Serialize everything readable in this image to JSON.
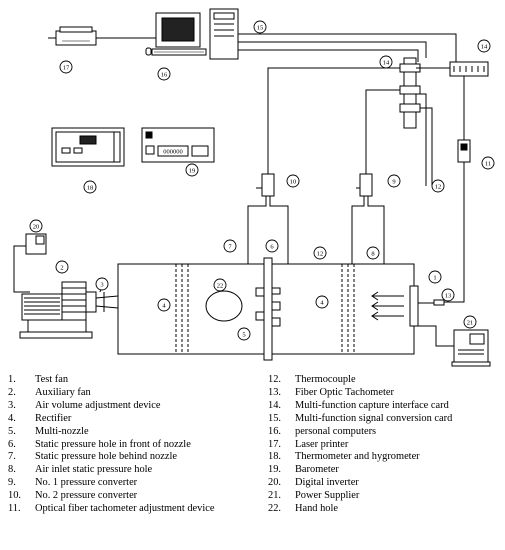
{
  "callouts": [
    "1",
    "2",
    "3",
    "4",
    "4",
    "5",
    "6",
    "7",
    "8",
    "9",
    "10",
    "11",
    "12",
    "12",
    "13",
    "14",
    "14",
    "15",
    "16",
    "17",
    "18",
    "19",
    "20",
    "21",
    "22"
  ],
  "legend": [
    {
      "num": "1.",
      "text": "Test fan"
    },
    {
      "num": "2.",
      "text": "Auxiliary fan"
    },
    {
      "num": "3.",
      "text": "Air volume adjustment device"
    },
    {
      "num": "4.",
      "text": "Rectifier"
    },
    {
      "num": "5.",
      "text": "Multi-nozzle"
    },
    {
      "num": "6.",
      "text": "Static pressure hole in front of nozzle"
    },
    {
      "num": "7.",
      "text": "Static pressure hole behind nozzle"
    },
    {
      "num": "8.",
      "text": "Air inlet static pressure hole"
    },
    {
      "num": "9.",
      "text": "No. 1 pressure converter"
    },
    {
      "num": "10.",
      "text": "No. 2 pressure converter"
    },
    {
      "num": "11.",
      "text": "Optical fiber tachometer adjustment device"
    },
    {
      "num": "12.",
      "text": "Thermocouple"
    },
    {
      "num": "13.",
      "text": "Fiber Optic Tachometer"
    },
    {
      "num": "14.",
      "text": "Multi-function capture interface card"
    },
    {
      "num": "15.",
      "text": "Multi-function signal conversion card"
    },
    {
      "num": "16.",
      "text": "personal computers"
    },
    {
      "num": "17.",
      "text": "Laser printer"
    },
    {
      "num": "18.",
      "text": "Thermometer and hygrometer"
    },
    {
      "num": "19.",
      "text": "Barometer"
    },
    {
      "num": "20.",
      "text": "Digital inverter"
    },
    {
      "num": "21.",
      "text": "Power Supplier"
    },
    {
      "num": "22.",
      "text": "Hand hole"
    }
  ],
  "panel": {
    "digits": "000000"
  }
}
